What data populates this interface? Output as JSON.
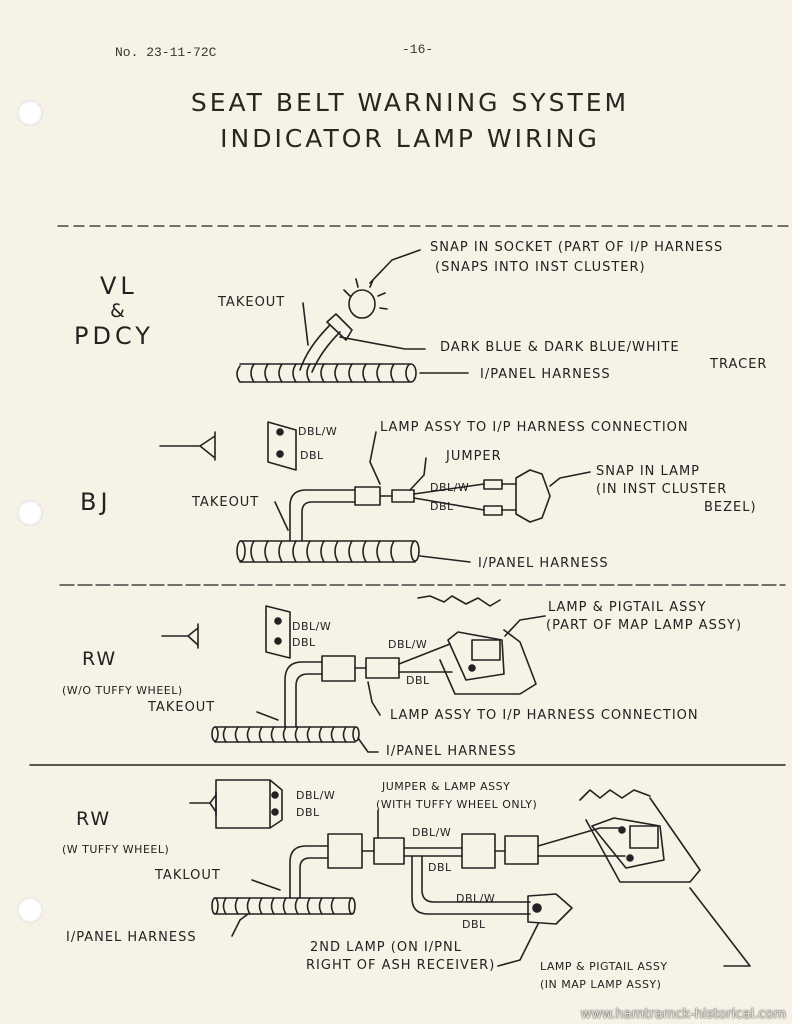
{
  "header": {
    "doc_number": "No. 23-11-72C",
    "page_number": "-16-"
  },
  "title": {
    "line1": "SEAT BELT WARNING SYSTEM",
    "line2": "INDICATOR LAMP WIRING"
  },
  "section_vl": {
    "model_line1": "VL",
    "model_line2": "&",
    "model_line3": "PDCY",
    "takeout": "TAKEOUT",
    "socket_line1": "SNAP IN SOCKET (PART OF I/P HARNESS",
    "socket_line2": "(SNAPS INTO INST CLUSTER)",
    "wire_line1": "DARK BLUE & DARK BLUE/WHITE",
    "wire_line2": "TRACER",
    "harness": "I/PANEL HARNESS"
  },
  "section_bj": {
    "model": "BJ",
    "conn_dblw": "DBL/W",
    "conn_dbl": "DBL",
    "lamp_assy": "LAMP ASSY TO I/P HARNESS CONNECTION",
    "jumper": "JUMPER",
    "wire_dblw": "DBL/W",
    "wire_dbl": "DBL",
    "snap_line1": "SNAP IN LAMP",
    "snap_line2": "(IN INST CLUSTER",
    "snap_line3": "BEZEL)",
    "takeout": "TAKEOUT",
    "harness": "I/PANEL HARNESS"
  },
  "section_rw1": {
    "model": "RW",
    "model_sub": "(W/O TUFFY WHEEL)",
    "takeout": "TAKEOUT",
    "conn_dblw": "DBL/W",
    "conn_dbl": "DBL",
    "lamp_pigtail_line1": "LAMP & PIGTAIL ASSY",
    "lamp_pigtail_line2": "(PART OF MAP LAMP ASSY)",
    "wire_dblw": "DBL/W",
    "wire_dbl": "DBL",
    "lamp_assy": "LAMP ASSY TO I/P HARNESS CONNECTION",
    "harness": "I/PANEL HARNESS"
  },
  "section_rw2": {
    "model": "RW",
    "model_sub": "(W TUFFY WHEEL)",
    "conn_dblw": "DBL/W",
    "conn_dbl": "DBL",
    "jumper_line1": "JUMPER & LAMP ASSY",
    "jumper_line2": "(WITH TUFFY WHEEL ONLY)",
    "wire_dblw": "DBL/W",
    "wire_dbl": "DBL",
    "wire2_dblw": "DBL/W",
    "wire2_dbl": "DBL",
    "takeout": "TAKLOUT",
    "harness": "I/PANEL HARNESS",
    "second_lamp_line1": "2ND LAMP (ON I/PNL",
    "second_lamp_line2": "RIGHT OF ASH RECEIVER)",
    "lamp_pigtail_line1": "LAMP & PIGTAIL ASSY",
    "lamp_pigtail_line2": "(IN MAP LAMP ASSY)"
  },
  "watermark": "www.hamtramck-historical.com",
  "colors": {
    "paper": "#f7f2e6",
    "ink": "#222222"
  }
}
